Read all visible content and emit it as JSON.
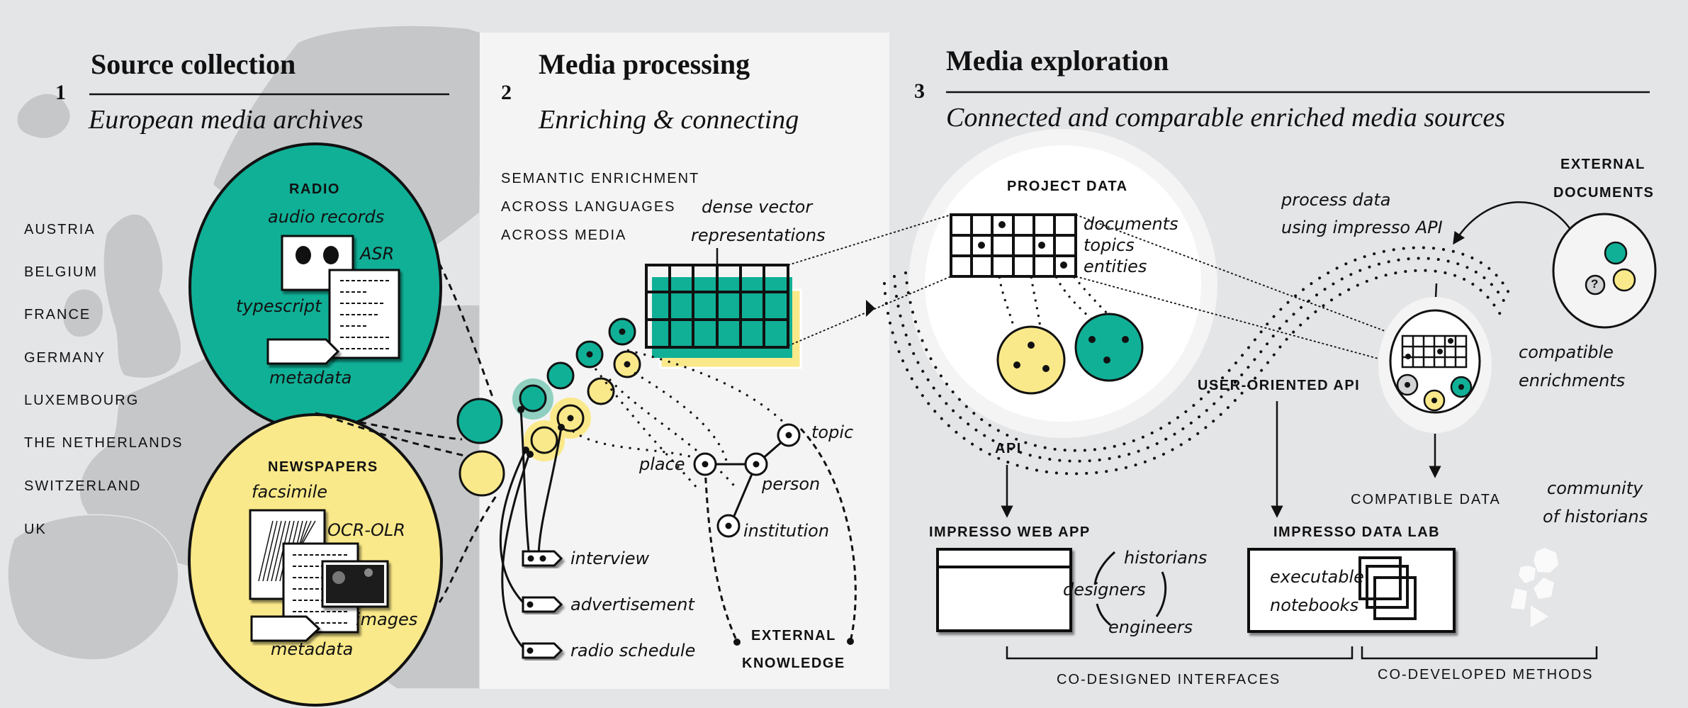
{
  "colors": {
    "teal": "#10b097",
    "yellow": "#fae98a",
    "light_teal": "#8fd0c0",
    "panel": "#f4f4f4",
    "background": "#e4e5e7",
    "map": "#c6c7c9",
    "grey_node": "#d2d3d4"
  },
  "section1": {
    "number": "1",
    "title": "Source collection",
    "subtitle": "European media archives",
    "countries": [
      "AUSTRIA",
      "BELGIUM",
      "FRANCE",
      "GERMANY",
      "LUXEMBOURG",
      "THE NETHERLANDS",
      "SWITZERLAND",
      "UK"
    ],
    "radio": {
      "heading": "RADIO",
      "audio_records": "audio records",
      "asr": "ASR",
      "typescript": "typescript",
      "metadata": "metadata"
    },
    "newspapers": {
      "heading": "NEWSPAPERS",
      "facsimile": "facsimile",
      "ocr": "OCR-OLR",
      "images": "images",
      "metadata": "metadata"
    }
  },
  "section2": {
    "number": "2",
    "title": "Media processing",
    "subtitle": "Enriching & connecting",
    "capabilities": [
      "SEMANTIC ENRICHMENT",
      "ACROSS LANGUAGES",
      "ACROSS MEDIA"
    ],
    "vector_label": [
      "dense vector",
      "representations"
    ],
    "entities": {
      "topic": "topic",
      "place": "place",
      "person": "person",
      "institution": "institution"
    },
    "tags": [
      "interview",
      "advertisement",
      "radio schedule"
    ],
    "external_knowledge": [
      "EXTERNAL",
      "KNOWLEDGE"
    ]
  },
  "section3": {
    "number": "3",
    "title": "Media exploration",
    "subtitle": "Connected and comparable enriched media sources",
    "project_data": {
      "heading": "PROJECT DATA",
      "rows": [
        "documents",
        "topics",
        "entities"
      ]
    },
    "external_documents": [
      "EXTERNAL",
      "DOCUMENTS"
    ],
    "unknown_marker": "?",
    "process_data": [
      "process data",
      "using impresso API"
    ],
    "compatible_enrichments": [
      "compatible",
      "enrichments"
    ],
    "user_api": "USER-ORIENTED API",
    "api": "API",
    "compatible_data": "COMPATIBLE DATA",
    "web_app": "IMPRESSO WEB APP",
    "data_lab": "IMPRESSO DATA LAB",
    "notebooks": [
      "executable",
      "notebooks"
    ],
    "roles": {
      "historians": "historians",
      "designers": "designers",
      "engineers": "engineers"
    },
    "community": [
      "community",
      "of historians"
    ],
    "co_designed": "CO-DESIGNED INTERFACES",
    "co_developed": "CO-DEVELOPED METHODS"
  }
}
